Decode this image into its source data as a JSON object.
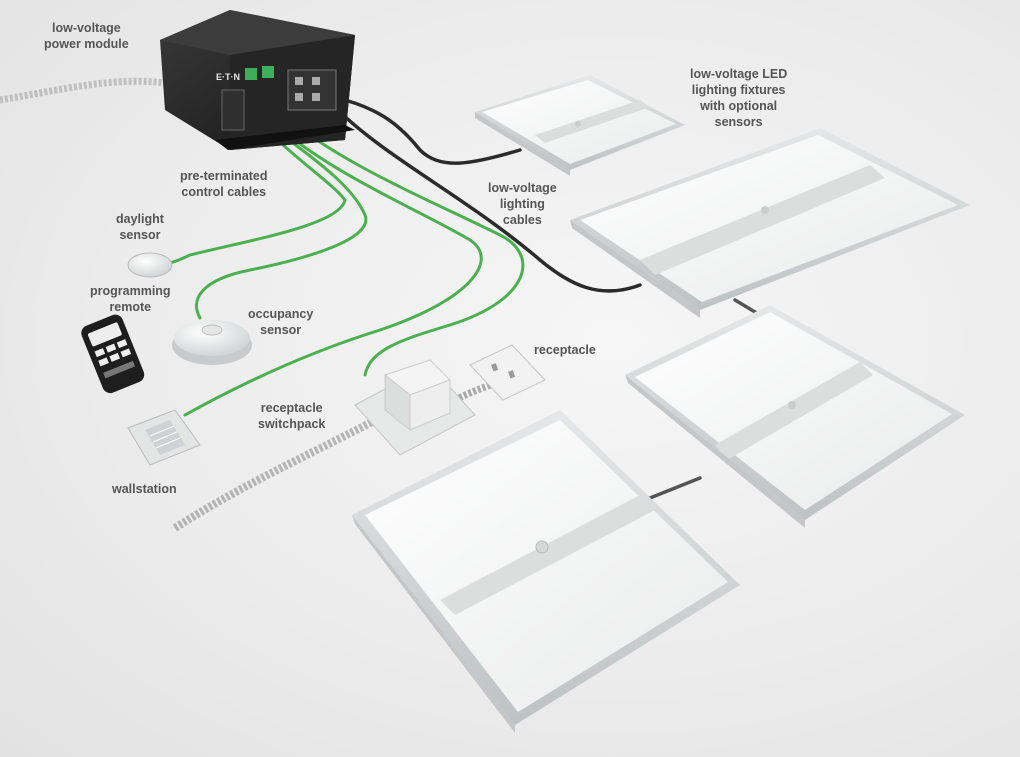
{
  "labels": {
    "power_module": [
      "low-voltage",
      "power module"
    ],
    "led_fixtures": [
      "low-voltage LED",
      "lighting fixtures",
      "with optional",
      "sensors"
    ],
    "control_cables": [
      "pre-terminated",
      "control cables"
    ],
    "lighting_cables": [
      "low-voltage",
      "lighting",
      "cables"
    ],
    "daylight_sensor": [
      "daylight",
      "sensor"
    ],
    "programming_remote": [
      "programming",
      "remote"
    ],
    "occupancy_sensor": [
      "occupancy",
      "sensor"
    ],
    "receptacle": [
      "receptacle"
    ],
    "receptacle_switchpack": [
      "receptacle",
      "switchpack"
    ],
    "wallstation": [
      "wallstation"
    ]
  },
  "brand_mark": "E·T·N",
  "colors": {
    "control_cable": "#4caf50",
    "lighting_cable": "#2b2b2b",
    "power_module": "#1f1f1f",
    "fixture_frame": "#d9dbdc",
    "fixture_lens": "#f5f6f6"
  }
}
